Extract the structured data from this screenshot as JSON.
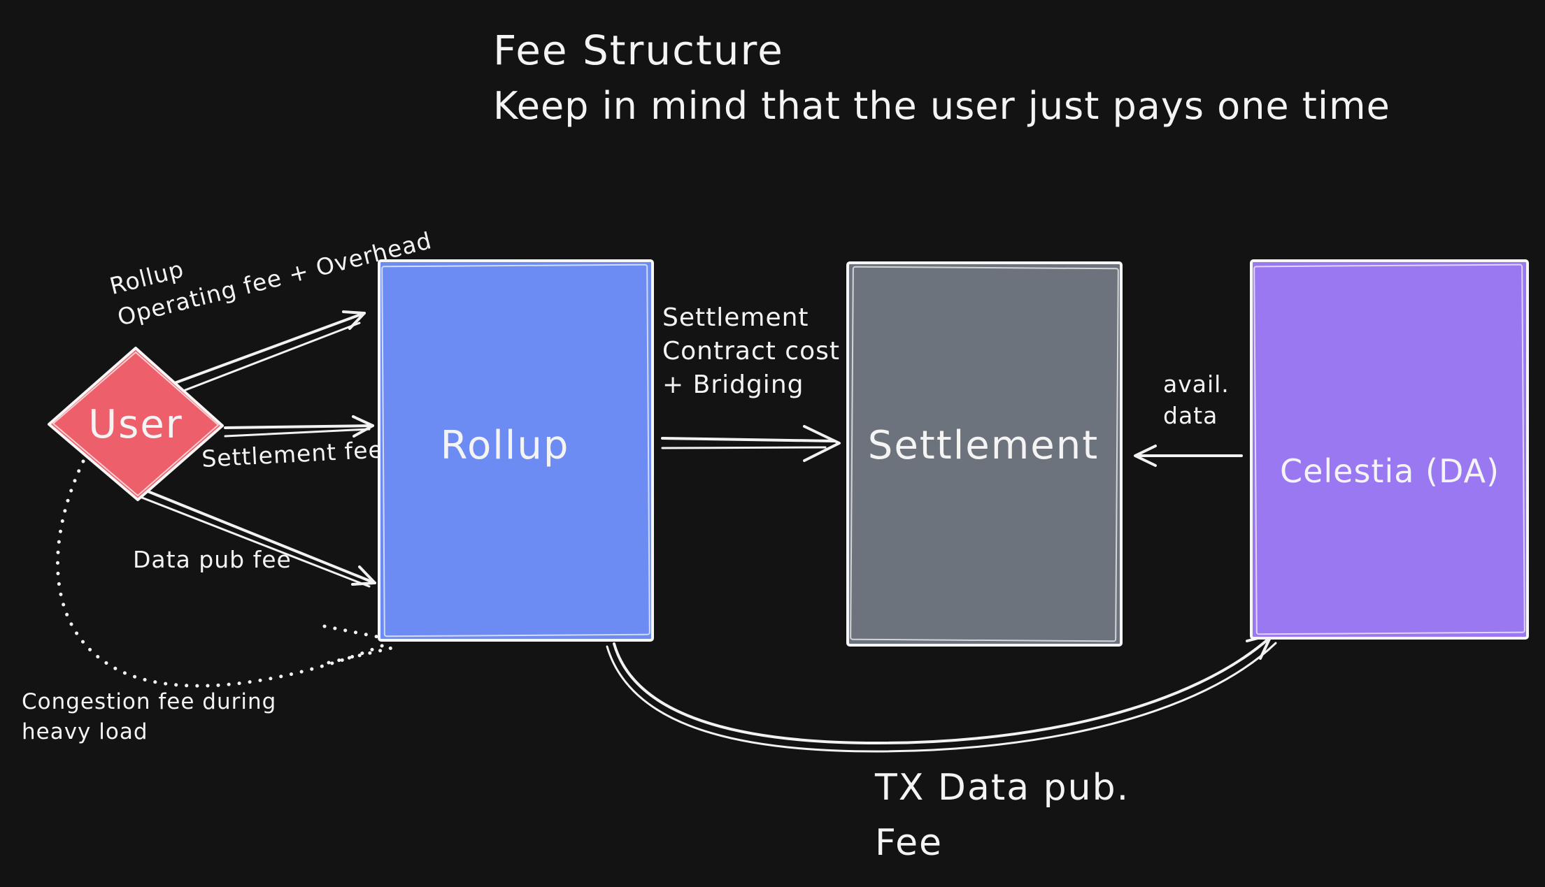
{
  "title": {
    "line1": "Fee Structure",
    "line2": "Keep in mind that the user just pays one time"
  },
  "nodes": {
    "user": {
      "label": "User",
      "shape": "diamond",
      "fill": "#ed5f6b"
    },
    "rollup": {
      "label": "Rollup",
      "shape": "rectangle",
      "fill": "#6c8cf4"
    },
    "settlement": {
      "label": "Settlement",
      "shape": "rectangle",
      "fill": "#6d737c"
    },
    "celestia": {
      "label": "Celestia (DA)",
      "shape": "rectangle",
      "fill": "#9a78f2"
    }
  },
  "edges": {
    "operating_fee": {
      "from": "User",
      "to": "Rollup",
      "line_style": "solid",
      "label_lines": [
        "Rollup",
        "Operating fee + Overhead"
      ]
    },
    "settlement_fee": {
      "from": "User",
      "to": "Rollup",
      "line_style": "solid",
      "label_lines": [
        "Settlement fee"
      ]
    },
    "data_pub_fee": {
      "from": "User",
      "to": "Rollup",
      "line_style": "solid",
      "label_lines": [
        "Data pub fee"
      ]
    },
    "settlement_contract": {
      "from": "Rollup",
      "to": "Settlement",
      "line_style": "solid",
      "label_lines": [
        "Settlement",
        "Contract cost",
        "+ Bridging"
      ]
    },
    "avail_data": {
      "from": "Celestia (DA)",
      "to": "Settlement",
      "line_style": "solid",
      "label_lines": [
        "avail.",
        "data"
      ]
    },
    "tx_data_pub": {
      "from": "Rollup",
      "to": "Celestia (DA)",
      "line_style": "solid",
      "label_lines": [
        "TX Data pub.",
        "Fee"
      ]
    },
    "congestion_fee": {
      "from": "User",
      "to": "Rollup",
      "line_style": "dotted",
      "label_lines": [
        "Congestion fee during",
        "heavy load"
      ]
    }
  },
  "colors": {
    "background": "#131313",
    "stroke": "#f2f2f2",
    "text": "#f4f4f4",
    "user_red": "#ed5f6b",
    "rollup_blue": "#6c8cf4",
    "settlement_gray": "#6d737c",
    "celestia_purple": "#9a78f2"
  }
}
